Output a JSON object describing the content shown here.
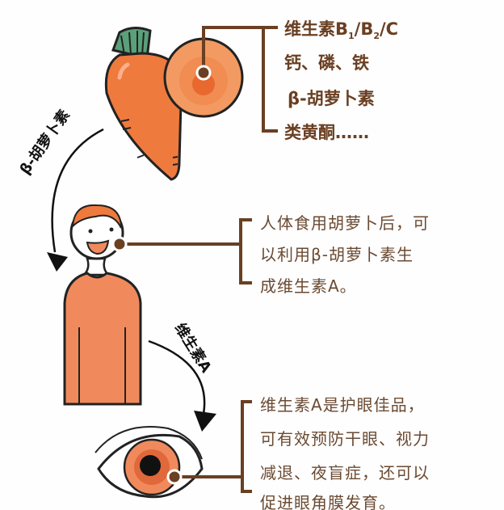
{
  "carrot_nutrients": {
    "line1_prefix": "维生素B",
    "line1_sub1": "1",
    "line1_mid": "/B",
    "line1_sub2": "2",
    "line1_suffix": "/C",
    "line2": "钙、磷、铁",
    "line3": "β-胡萝卜素",
    "line4": "类黄酮……"
  },
  "arrow_label_1": "β-胡萝卜素",
  "arrow_label_2": "维生素A",
  "person_text": [
    "人体食用胡萝卜后，可",
    "以利用β-胡萝卜素生",
    "成维生素A。"
  ],
  "eye_text": [
    "维生素A是护眼佳品，",
    "可有效预防干眼、视力",
    "减退、夜盲症，还可以",
    "促进眼角膜发育。"
  ],
  "colors": {
    "orange": "#f08a5d",
    "brown": "#6a3f22",
    "leaf": "#5aa07a"
  }
}
